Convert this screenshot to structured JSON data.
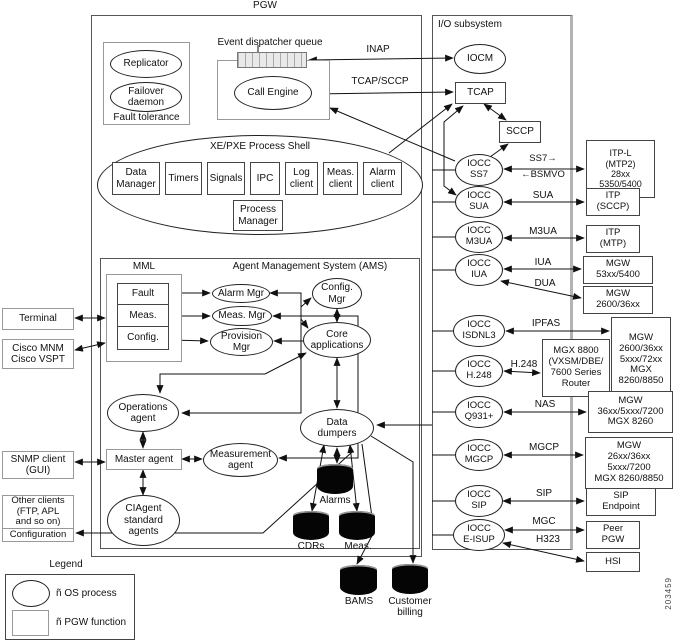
{
  "title": "PGW",
  "figure_number": "203459",
  "colors": {
    "line": "#111111",
    "gray_border": "#999999",
    "box_border": "#444444",
    "cylinder": "#050505"
  },
  "fault_tolerance": {
    "title": "Fault tolerance",
    "replicator": "Replicator",
    "failover_daemon": "Failover\ndaemon"
  },
  "engine": {
    "event_queue": "Event dispatcher queue",
    "call_engine": "Call Engine"
  },
  "process_shell": {
    "title": "XE/PXE Process Shell",
    "items": [
      "Data\nManager",
      "Timers",
      "Signals",
      "IPC",
      "Log\nclient",
      "Meas.\nclient",
      "Alarm\nclient"
    ],
    "process_manager": "Process\nManager"
  },
  "io": {
    "title": "I/O subsystem",
    "iocm": "IOCM",
    "tcap": "TCAP",
    "sccp": "SCCP",
    "ioccs": [
      "IOCC\nSS7",
      "IOCC\nSUA",
      "IOCC\nM3UA",
      "IOCC\nIUA",
      "IOCC\nISDNL3",
      "IOCC\nH.248",
      "IOCC\nQ931+",
      "IOCC\nMGCP",
      "IOCC\nSIP",
      "IOCC\nE-ISUP"
    ]
  },
  "protocols": {
    "inap": "INAP",
    "tcap_sccp": "TCAP/SCCP",
    "ss7": "SS7→",
    "bsmvo": "←BSMVO",
    "sua": "SUA",
    "m3ua": "M3UA",
    "iua": "IUA",
    "dua": "DUA",
    "ipfas": "IPFAS",
    "h248": "H.248",
    "nas": "NAS",
    "mgcp": "MGCP",
    "sip": "SIP",
    "mgc": "MGC",
    "h323": "H323"
  },
  "right_boxes": {
    "itp_l": "ITP-L\n(MTP2)\n28xx\n5350/5400",
    "itp_sccp": "ITP\n(SCCP)",
    "itp_mtp": "ITP\n(MTP)",
    "mgw_5400": "MGW\n53xx/5400",
    "mgw_2600": "MGW\n2600/36xx",
    "mgw_26_88": "MGW\n2600/36xx\n5xxx/72xx\nMGX\n8260/8850",
    "mgx_8800": "MGX 8800\n(VXSM/DBE/\n7600 Series\nRouter",
    "mgw_7200": "MGW\n36xx/5xxx/7200\nMGX 8260",
    "mgw_8850": "MGW\n26xx/36xx\n5xxx/7200\nMGX 8260/8850",
    "sip_endpoint": "SIP\nEndpoint",
    "peer_pgw": "Peer\nPGW",
    "hsi": "HSI"
  },
  "ams": {
    "mml_title": "MML",
    "title": "Agent Management System (AMS)",
    "fault": "Fault",
    "meas": "Meas.",
    "config": "Config.",
    "alarm_mgr": "Alarm Mgr",
    "meas_mgr": "Meas. Mgr",
    "provision_mgr": "Provision\nMgr",
    "config_mgr": "Config.\nMgr",
    "core_apps": "Core\napplications",
    "operations_agent": "Operations\nagent",
    "master_agent": "Master agent",
    "measurement_agent": "Measurement\nagent",
    "ciagent": "CIAgent\nstandard\nagents",
    "data_dumpers": "Data\ndumpers"
  },
  "left_boxes": {
    "terminal": "Terminal",
    "cisco": "Cisco MNM\nCisco VSPT",
    "snmp": "SNMP client\n(GUI)",
    "other": "Other clients\n(FTP, APL\nand so on)",
    "configuration": "Configuration"
  },
  "cylinders": {
    "alarms": "Alarms",
    "cdrs": "CDRs",
    "meas": "Meas.",
    "bams": "BAMS",
    "billing": "Customer\nbilling"
  },
  "legend": {
    "title": "Legend",
    "os_process": "ñ OS process",
    "pgw_function": "ñ PGW function"
  }
}
